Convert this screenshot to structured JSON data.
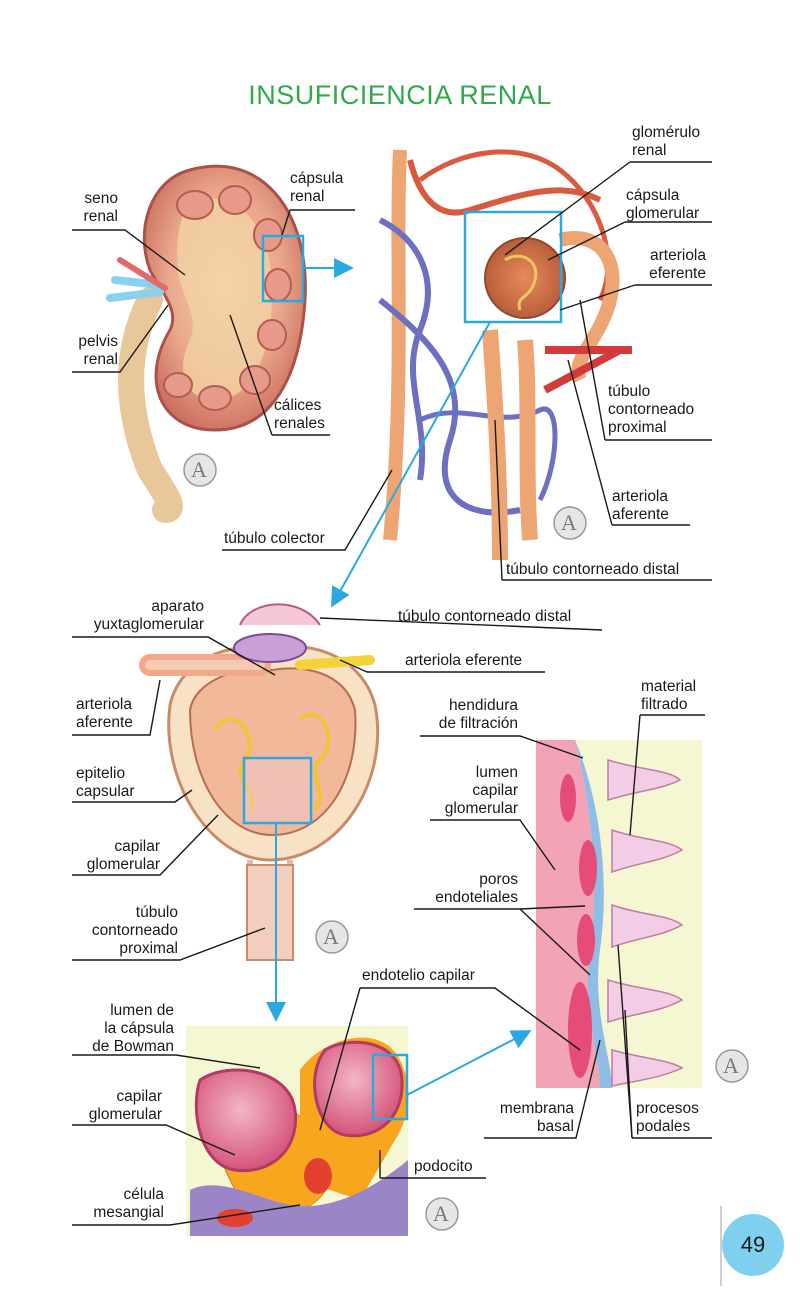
{
  "title": "INSUFICIENCIA RENAL",
  "page_number": "49",
  "labels": {
    "seno_renal": "seno\nrenal",
    "capsula_renal": "cápsula\nrenal",
    "pelvis_renal": "pelvis\nrenal",
    "calices_renales": "cálices\nrenales",
    "glomerulo_renal": "glomérulo\nrenal",
    "capsula_glomerular": "cápsula\nglomerular",
    "arteriola_eferente_top": "arteriola\neferente",
    "tubulo_contorneado_proximal_top": "túbulo\ncontorneado\nproximal",
    "arteriola_aferente_top": "arteriola\naferente",
    "tubulo_colector": "túbulo colector",
    "tubulo_contorneado_distal_top": "túbulo contorneado distal",
    "aparato_yuxtaglomerular": "aparato\nyuxtaglomerular",
    "tubulo_contorneado_distal_mid": "túbulo contorneado distal",
    "arteriola_eferente_mid": "arteriola eferente",
    "arteriola_aferente_mid": "arteriola\naferente",
    "epitelio_capsular": "epitelio\ncapsular",
    "capilar_glomerular_mid": "capilar\nglomerular",
    "tubulo_contorneado_proximal_mid": "túbulo\ncontorneado\nproximal",
    "hendidura_de_filtracion": "hendidura\nde filtración",
    "material_filtrado": "material\nfiltrado",
    "lumen_capilar_glomerular": "lumen\ncapilar\nglomerular",
    "poros_endoteliales": "poros\nendoteliales",
    "endotelio_capilar": "endotelio capilar",
    "lumen_capsula_bowman": "lumen de\nla cápsula\nde Bowman",
    "capilar_glomerular_bottom": "capilar\nglomerular",
    "celula_mesangial": "célula\nmesangial",
    "podocito": "podocito",
    "membrana_basal": "membrana\nbasal",
    "procesos_podales": "procesos\npodales"
  },
  "watermark": "A",
  "colors": {
    "title": "#2faa49",
    "pointer_arrow": "#2aa9e0",
    "page_badge": "#7fd0ee"
  }
}
